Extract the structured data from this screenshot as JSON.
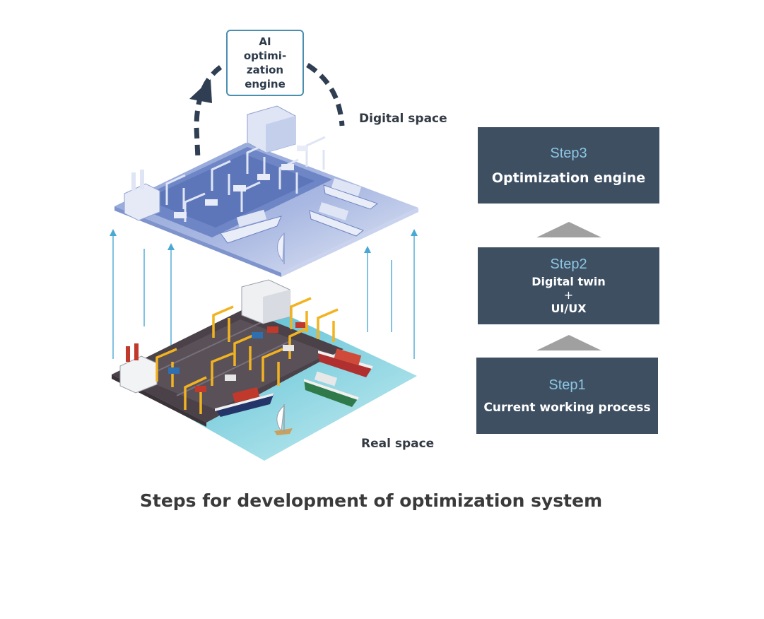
{
  "ai_engine": {
    "label": "AI\noptimi-\nzation\nengine"
  },
  "spaces": {
    "digital": "Digital space",
    "real": "Real space"
  },
  "steps": [
    {
      "number": "Step3",
      "title": "Optimization engine"
    },
    {
      "number": "Step2",
      "title_line1": "Digital twin",
      "plus": "+",
      "title_line2": "UI/UX"
    },
    {
      "number": "Step1",
      "title": "Current working process"
    }
  ],
  "caption": "Steps for development of optimization system",
  "colors": {
    "step_box": "#3e4f62",
    "step_number": "#8cc6e3",
    "arrow_up": "#4aa8d4",
    "cycle_arrow": "#2f3e52",
    "step_triangle": "#a0a0a0"
  }
}
